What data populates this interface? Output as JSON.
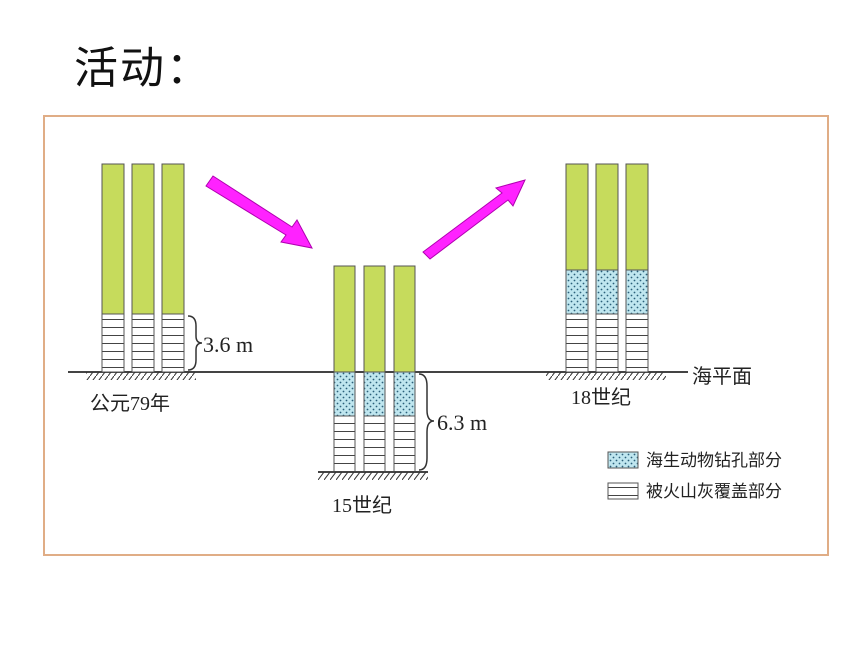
{
  "title": "活动：",
  "labels": {
    "sea_level": "海平面",
    "era_79": "公元79年",
    "era_15": "15世纪",
    "era_18": "18世纪",
    "height_above": "3.6 m",
    "depth_below": "6.3 m"
  },
  "legend": [
    {
      "label": "海生动物钻孔部分",
      "pattern": "dots"
    },
    {
      "label": "被火山灰覆盖部分",
      "pattern": "stripes"
    }
  ],
  "colors": {
    "pillar_green": "#c6db5c",
    "bored_blue": "#bfe6ef",
    "arrow_magenta": "#ff22ff",
    "frame_border": "#e0ad86"
  }
}
